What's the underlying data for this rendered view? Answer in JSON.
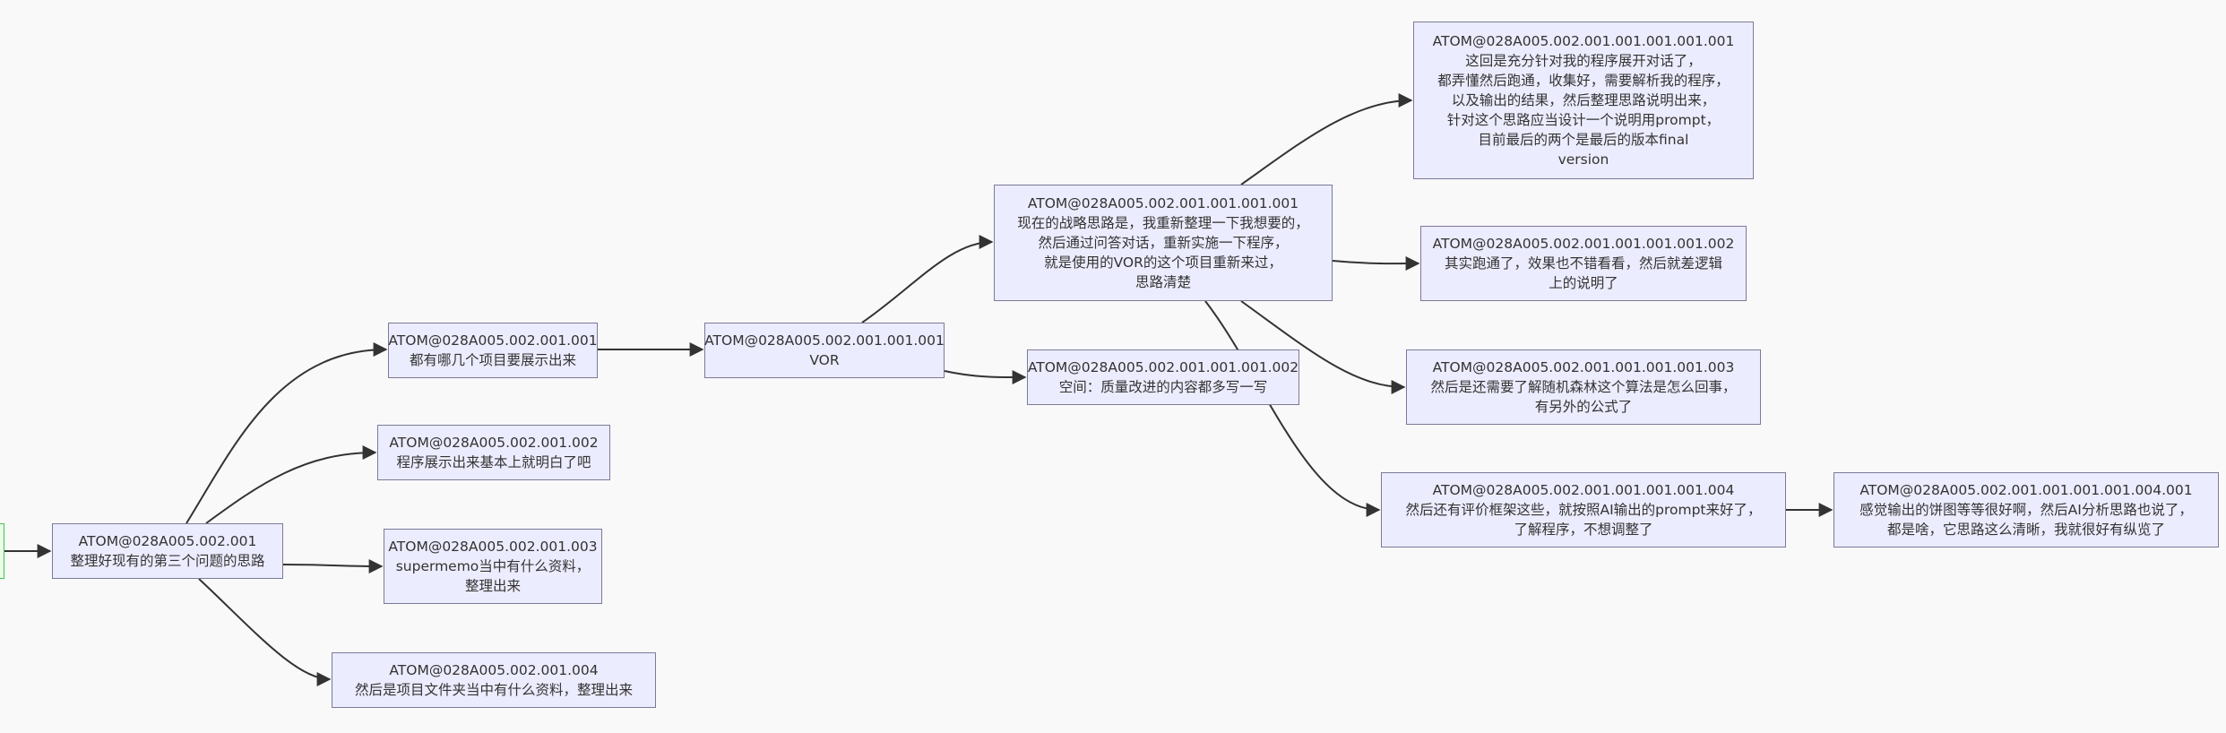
{
  "nodes": [
    {
      "key": "n1",
      "id": "ATOM@028A005.002.001",
      "text": "整理好现有的第三个问题的思路"
    },
    {
      "key": "n2",
      "id": "ATOM@028A005.002.001.001",
      "text": "都有哪几个项目要展示出来"
    },
    {
      "key": "n3",
      "id": "ATOM@028A005.002.001.002",
      "text": "程序展示出来基本上就明白了吧"
    },
    {
      "key": "n4",
      "id": "ATOM@028A005.002.001.003",
      "text": "supermemo当中有什么资料，\n整理出来"
    },
    {
      "key": "n5",
      "id": "ATOM@028A005.002.001.004",
      "text": "然后是项目文件夹当中有什么资料，整理出来"
    },
    {
      "key": "n6",
      "id": "ATOM@028A005.002.001.001.001",
      "text": "VOR"
    },
    {
      "key": "n7",
      "id": "ATOM@028A005.002.001.001.001.001",
      "text": "现在的战略思路是，我重新整理一下我想要的，\n然后通过问答对话，重新实施一下程序，\n就是使用的VOR的这个项目重新来过，\n思路清楚"
    },
    {
      "key": "n8",
      "id": "ATOM@028A005.002.001.001.001.002",
      "text": "空间：质量改进的内容都多写一写"
    },
    {
      "key": "n9",
      "id": "ATOM@028A005.002.001.001.001.001.001",
      "text": "这回是充分针对我的程序展开对话了，\n都弄懂然后跑通，收集好，需要解析我的程序，\n以及输出的结果，然后整理思路说明出来，\n针对这个思路应当设计一个说明用prompt，\n目前最后的两个是最后的版本final\nversion"
    },
    {
      "key": "n10",
      "id": "ATOM@028A005.002.001.001.001.001.002",
      "text": "其实跑通了，效果也不错看看，然后就差逻辑\n上的说明了"
    },
    {
      "key": "n11",
      "id": "ATOM@028A005.002.001.001.001.001.003",
      "text": "然后是还需要了解随机森林这个算法是怎么回事，\n有另外的公式了"
    },
    {
      "key": "n12",
      "id": "ATOM@028A005.002.001.001.001.001.004",
      "text": "然后还有评价框架这些，就按照AI输出的prompt来好了，\n了解程序，不想调整了"
    },
    {
      "key": "n13",
      "id": "ATOM@028A005.002.001.001.001.001.004.001",
      "text": "感觉输出的饼图等等很好啊，然后AI分析思路也说了，\n都是啥，它思路这么清晰，我就很好有纵览了"
    }
  ],
  "edges": [
    [
      "root",
      "n1"
    ],
    [
      "n1",
      "n2"
    ],
    [
      "n1",
      "n3"
    ],
    [
      "n1",
      "n4"
    ],
    [
      "n1",
      "n5"
    ],
    [
      "n2",
      "n6"
    ],
    [
      "n6",
      "n7"
    ],
    [
      "n6",
      "n8"
    ],
    [
      "n7",
      "n9"
    ],
    [
      "n7",
      "n10"
    ],
    [
      "n7",
      "n11"
    ],
    [
      "n7",
      "n12"
    ],
    [
      "n12",
      "n13"
    ]
  ],
  "colors": {
    "node_fill": "#ececff",
    "node_border": "#7a7a9a",
    "edge": "#333333",
    "root_border": "#49c049"
  }
}
